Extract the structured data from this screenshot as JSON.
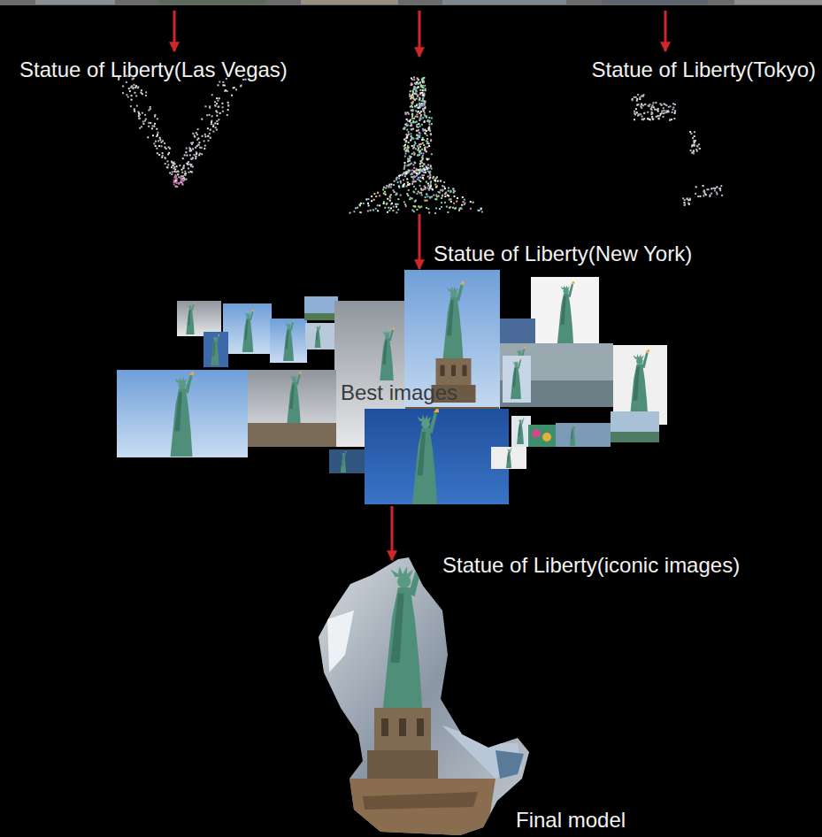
{
  "diagram": {
    "nodes": [
      {
        "text": [
          "Statue of Liberty(Las Vegas)"
        ]
      },
      {
        "text": [
          "Statue of Liberty(Tokyo)"
        ]
      },
      {
        "text": [
          "Statue of Liberty(New York)"
        ]
      },
      {
        "text": [
          "Best images",
          "Statue of Liberty(iconic images)"
        ]
      },
      {
        "text": [
          "Final model"
        ]
      }
    ],
    "edges": [
      {
        "from": 2,
        "to": 3,
        "arrow": "to"
      },
      {
        "from": 3,
        "to": 4,
        "arrow": "to"
      }
    ]
  }
}
